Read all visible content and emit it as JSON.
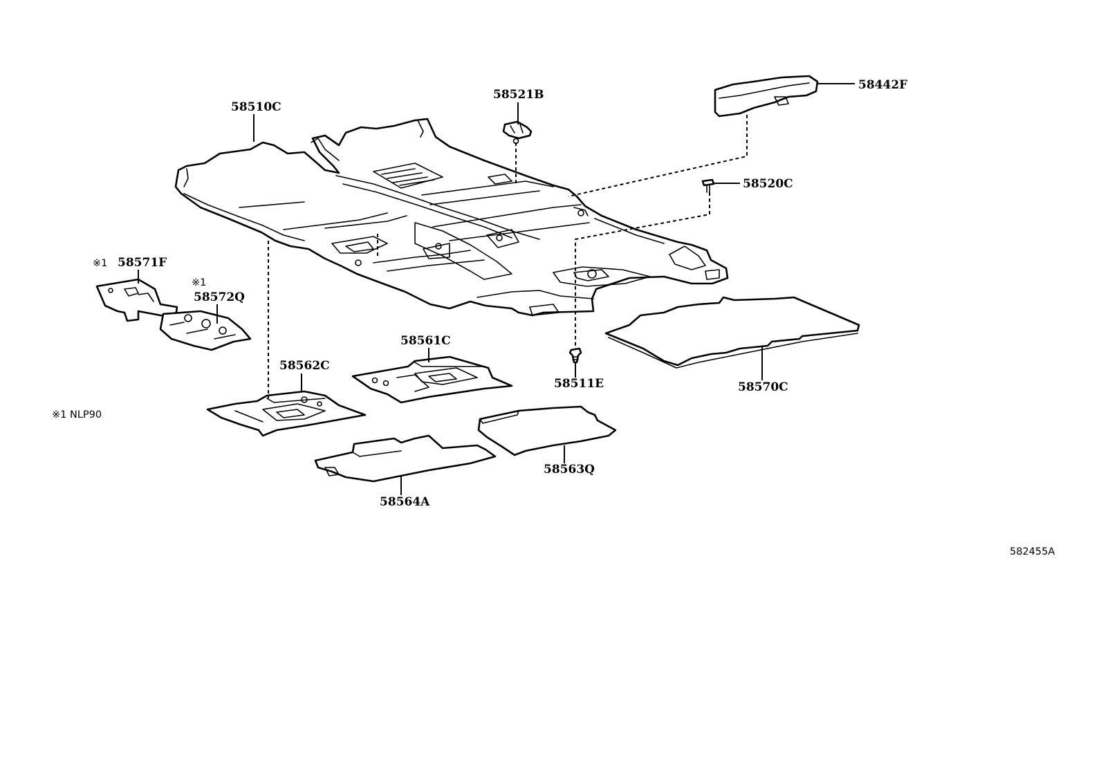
{
  "parts": {
    "p58510C": "58510C",
    "p58521B": "58521B",
    "p58442F": "58442F",
    "p58520C": "58520C",
    "p58571F": "58571F",
    "p58572Q": "58572Q",
    "p58561C": "58561C",
    "p58562C": "58562C",
    "p58511E": "58511E",
    "p58570C": "58570C",
    "p58563Q": "58563Q",
    "p58564A": "58564A"
  },
  "notes": {
    "mark_58571F": "※1",
    "mark_58572Q": "※1",
    "legend": "※1 NLP90",
    "figure_id": "582455A"
  }
}
